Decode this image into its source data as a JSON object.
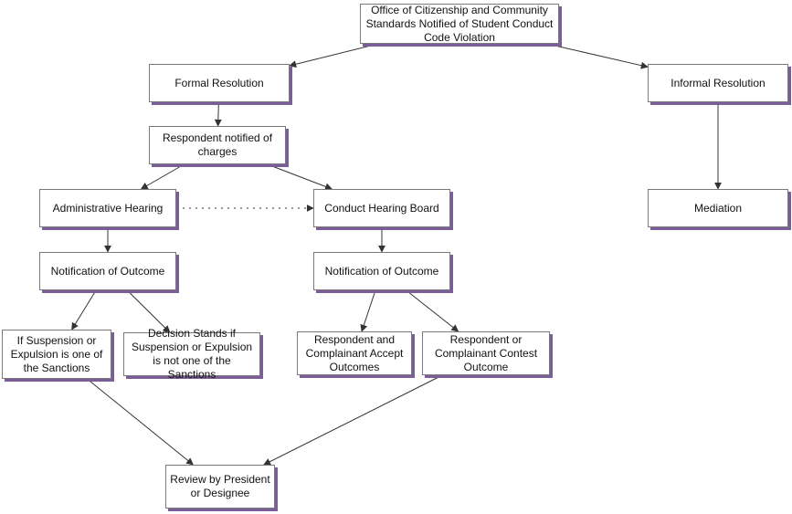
{
  "diagram": {
    "nodes": {
      "office": "Office of Citizenship and Community Standards Notified of Student Conduct Code Violation",
      "formal": "Formal Resolution",
      "informal": "Informal Resolution",
      "respondent_notified": "Respondent notified of charges",
      "mediation": "Mediation",
      "admin_hearing": "Administrative Hearing",
      "conduct_board": "Conduct Hearing Board",
      "notif_left": "Notification of Outcome",
      "notif_right": "Notification of Outcome",
      "if_suspension": "If Suspension or Expulsion is one of the Sanctions",
      "decision_stands": "Decision Stands if Suspension or Expulsion is not one of the Sanctions",
      "accept": "Respondent and Complainant Accept Outcomes",
      "contest": "Respondent or Complainant Contest Outcome",
      "review": "Review by President or Designee"
    },
    "edges": [
      {
        "from": "office",
        "to": "formal",
        "style": "solid"
      },
      {
        "from": "office",
        "to": "informal",
        "style": "solid"
      },
      {
        "from": "formal",
        "to": "respondent_notified",
        "style": "solid"
      },
      {
        "from": "informal",
        "to": "mediation",
        "style": "solid"
      },
      {
        "from": "respondent_notified",
        "to": "admin_hearing",
        "style": "solid"
      },
      {
        "from": "respondent_notified",
        "to": "conduct_board",
        "style": "solid"
      },
      {
        "from": "admin_hearing",
        "to": "conduct_board",
        "style": "dotted"
      },
      {
        "from": "admin_hearing",
        "to": "notif_left",
        "style": "solid"
      },
      {
        "from": "conduct_board",
        "to": "notif_right",
        "style": "solid"
      },
      {
        "from": "notif_left",
        "to": "if_suspension",
        "style": "solid"
      },
      {
        "from": "notif_left",
        "to": "decision_stands",
        "style": "solid"
      },
      {
        "from": "notif_right",
        "to": "accept",
        "style": "solid"
      },
      {
        "from": "notif_right",
        "to": "contest",
        "style": "solid"
      },
      {
        "from": "if_suspension",
        "to": "review",
        "style": "solid"
      },
      {
        "from": "contest",
        "to": "review",
        "style": "solid"
      }
    ],
    "colors": {
      "box_border": "#7a7a7a",
      "box_shadow": "#7b5e97",
      "arrow": "#333333"
    }
  }
}
